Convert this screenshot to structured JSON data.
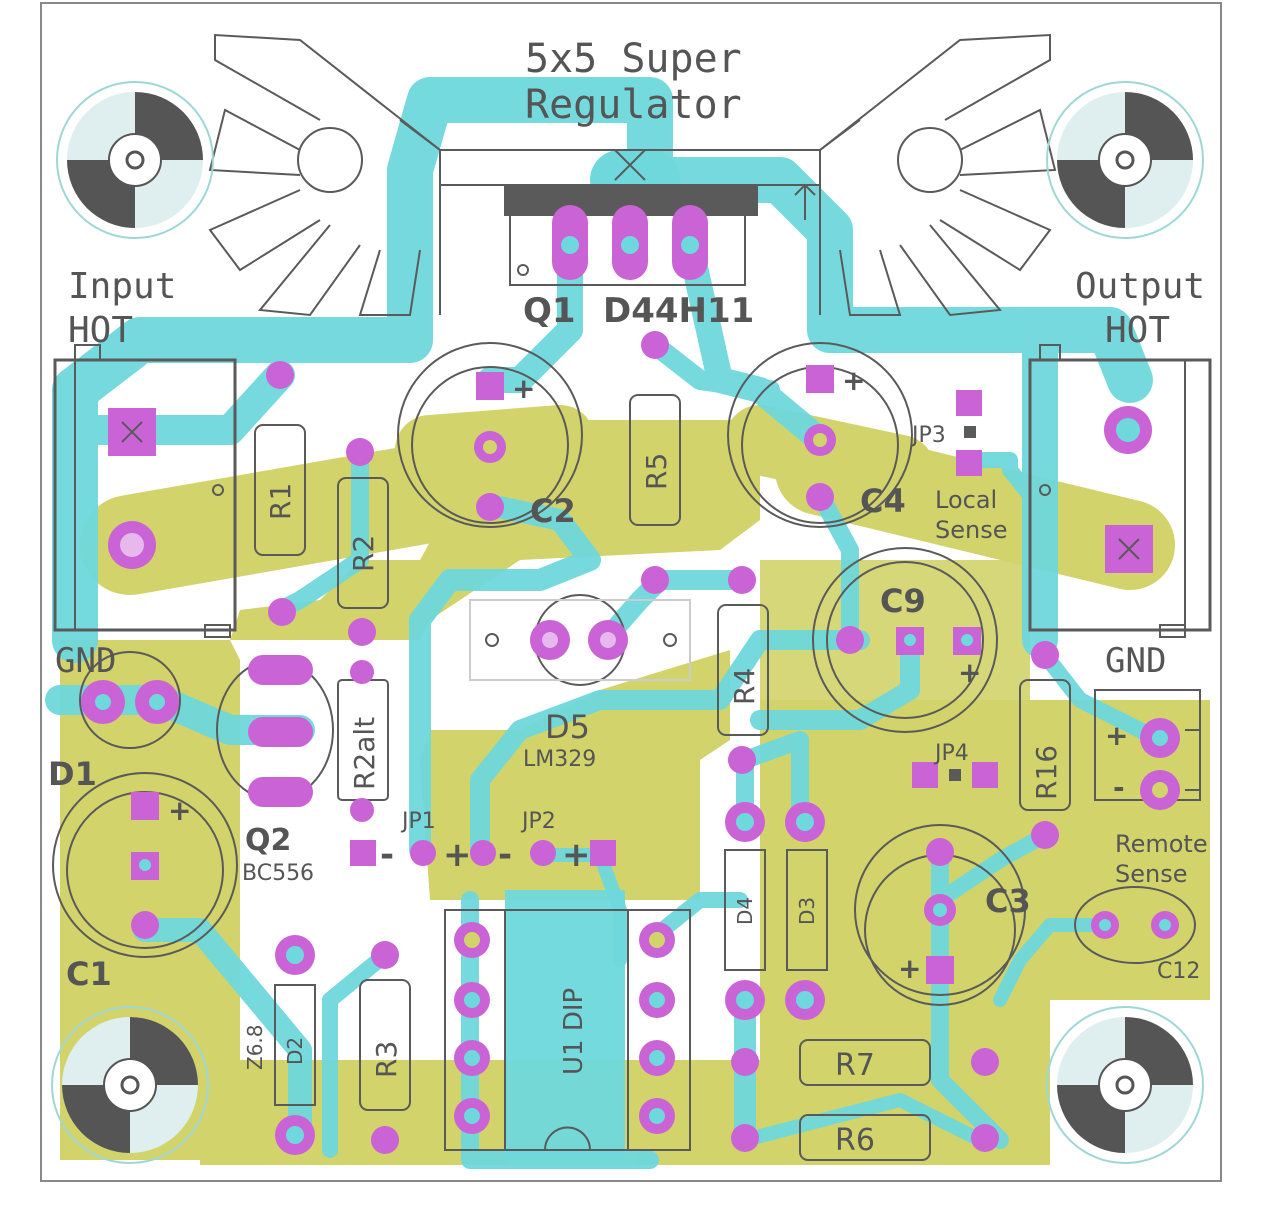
{
  "colors": {
    "background": "#ffffff",
    "top_copper": "#6ed8dc",
    "bottom_copper": "#d2d36a",
    "pad": "#c963d6",
    "pad_inner": "#e6b8ee",
    "silkscreen": "#5a5a5a",
    "board_outline": "#888888",
    "hole_ring": "#9fd7d6"
  },
  "board": {
    "title_line1": "5x5 Super",
    "title_line2": "Regulator"
  },
  "connectors": {
    "input": {
      "line1": "Input",
      "line2": "HOT",
      "gnd": "GND"
    },
    "output": {
      "line1": "Output",
      "line2": "HOT",
      "gnd": "GND"
    },
    "remote_sense": {
      "line1": "Remote",
      "line2": "Sense"
    },
    "local_sense": {
      "line1": "Local",
      "line2": "Sense"
    }
  },
  "components": {
    "q1": {
      "ref": "Q1",
      "part": "D44H11"
    },
    "q2": {
      "ref": "Q2",
      "part": "BC556"
    },
    "d5": {
      "ref": "D5",
      "part": "LM329"
    },
    "d1": "D1",
    "d2": {
      "ref": "D2",
      "value": "Z6.8"
    },
    "d3": "D3",
    "d4": "D4",
    "c1": "C1",
    "c2": "C2",
    "c3": "C3",
    "c4": "C4",
    "c9": "C9",
    "c12": "C12",
    "r1": "R1",
    "r2": "R2",
    "r2alt": "R2alt",
    "r3": "R3",
    "r4": "R4",
    "r5": "R5",
    "r6": "R6",
    "r7": "R7",
    "r16": "R16",
    "u1": "U1 DIP",
    "jp1": "JP1",
    "jp2": "JP2",
    "jp3": "JP3",
    "jp4": "JP4"
  },
  "symbols": {
    "plus": "+",
    "minus": "-"
  }
}
